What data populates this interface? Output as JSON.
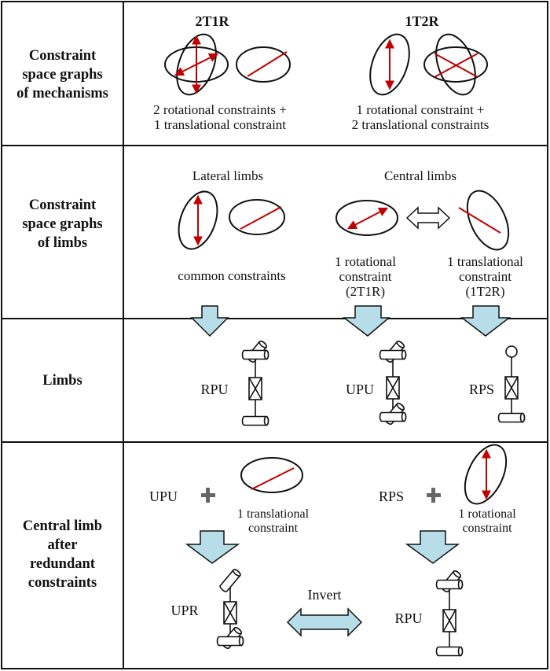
{
  "colors": {
    "border": "#111111",
    "constraint_red": "#c00000",
    "block_arrow_fill": "#b7dde8",
    "plus_gray": "#666666"
  },
  "rows": [
    {
      "id": "mechanisms",
      "header": [
        "Constraint",
        "space graphs",
        "of mechanisms"
      ]
    },
    {
      "id": "limb-graphs",
      "header": [
        "Constraint",
        "space graphs",
        "of limbs"
      ]
    },
    {
      "id": "limbs",
      "header": [
        "Limbs"
      ]
    },
    {
      "id": "central-limb",
      "header": [
        "Central limb",
        "after",
        "redundant",
        "constraints"
      ]
    }
  ],
  "mechanisms": {
    "left": {
      "title": "2T1R",
      "caption": [
        "2 rotational constraints +",
        "1 translational constraint"
      ]
    },
    "right": {
      "title": "1T2R",
      "caption": [
        "1 rotational constraint +",
        "2 translational constraints"
      ]
    }
  },
  "limb_graphs": {
    "lateral": {
      "title": "Lateral limbs",
      "caption": "common constraints"
    },
    "central": {
      "title": "Central limbs",
      "left_caption": [
        "1 rotational",
        "constraint",
        "(2T1R)"
      ],
      "right_caption": [
        "1 translational",
        "constraint",
        "(1T2R)"
      ]
    }
  },
  "limbs": {
    "items": [
      {
        "label": "RPU",
        "joints": [
          "U",
          "P",
          "R"
        ]
      },
      {
        "label": "UPU",
        "joints": [
          "U",
          "P",
          "U"
        ]
      },
      {
        "label": "RPS",
        "joints": [
          "S",
          "P",
          "R"
        ]
      }
    ]
  },
  "central_limb": {
    "left": {
      "base": "UPU",
      "plus": "+",
      "caption": [
        "1 translational",
        "constraint"
      ],
      "result": "UPR"
    },
    "right": {
      "base": "RPS",
      "plus": "+",
      "caption": [
        "1 rotational",
        "constraint"
      ],
      "result": "RPU"
    },
    "invert_label": "Invert"
  }
}
